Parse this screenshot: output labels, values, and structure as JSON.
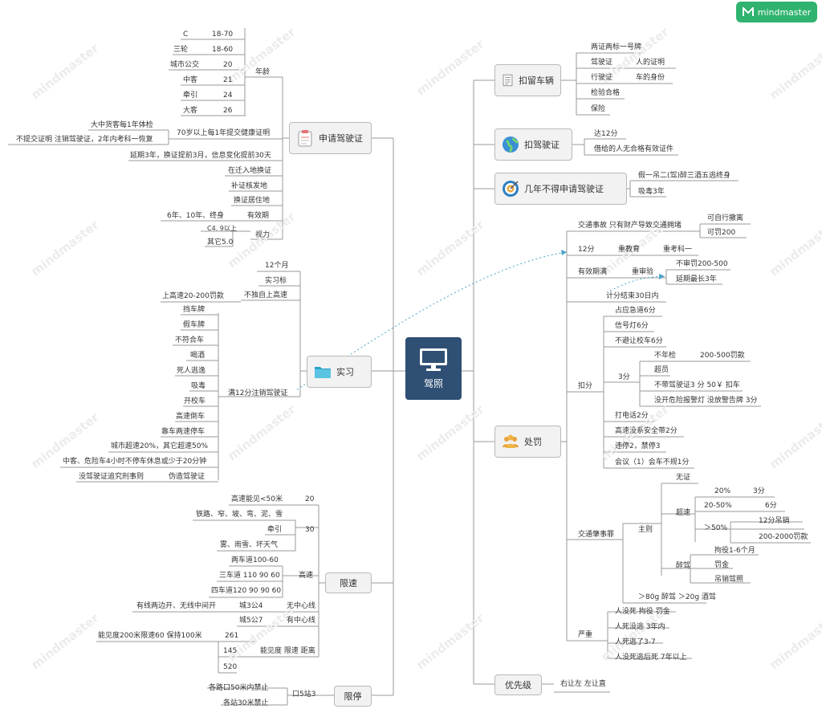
{
  "brand": "mindmaster",
  "watermark": "mindmaster",
  "root": "驾照",
  "branches": {
    "apply": "申请驾驶证",
    "intern": "实习",
    "speed": "限速",
    "stop": "限停",
    "detain_car": "扣留车辆",
    "detain_license": "扣驾驶证",
    "ban": "几年不得申请驾驶证",
    "punish": "处罚",
    "priority": "优先级"
  },
  "apply": {
    "age": "年龄",
    "age_rows": [
      {
        "type": "C",
        "range": "18-70"
      },
      {
        "type": "三轮",
        "range": "18-60"
      },
      {
        "type": "城市公交",
        "range": "20"
      },
      {
        "type": "中客",
        "range": "21"
      },
      {
        "type": "牵引",
        "range": "24"
      },
      {
        "type": "大客",
        "range": "26"
      }
    ],
    "health": "70岁以上每1年提交健康证明",
    "bus_exam": "大中货客每1年体检",
    "no_submit": "不提交证明 注销驾驶证，2年内考科一恢复",
    "extend": "延期3年，换证提前3月，信息变化提前30天",
    "move": "在迁入地换证",
    "reissue": "补证核发地",
    "residence": "换证居住地",
    "valid": "有效期",
    "valid_years": "6年、10年、终身",
    "vision": "视力",
    "vision_c4": "C4. 9以上",
    "vision_other": "其它5.0"
  },
  "intern": {
    "months": "12个月",
    "mark": "实习标",
    "highway": "不独自上高速",
    "highway_fine": "上高速20-200罚款",
    "cancel": "满12分注销驾驶证",
    "cancel_items": [
      "挡车牌",
      "假车牌",
      "不符合车",
      "喝酒",
      "死人逃逸",
      "吸毒",
      "开校车",
      "高速倒车",
      "靠车两速停车",
      "城市超速20%，其它超速50%",
      "中客、危险车4小时不停车休息或少于20分钟",
      "没驾驶证追究刑事则"
    ],
    "fake": "伪造驾驶证"
  },
  "speed": {
    "vis50": "高速能见<50米",
    "v20": "20",
    "roads": "铁路、窄、坡、弯、泥、雪",
    "tow": "牵引",
    "v30": "30",
    "weather": "雾、雨雪、坏天气",
    "two_lane": "两车道100-60",
    "three_lane": "三车道 110 90 60",
    "four_lane": "四车道120 90 90 60",
    "expressway": "高速",
    "center_line_note": "有线两边开、无线中间开",
    "city_no": "城3公4",
    "no_line": "无中心线",
    "city_yes": "城5公7",
    "with_line": "有中心线",
    "vis_rule": "能见度200米限速60 保持100米",
    "d261": "261",
    "d145": "145",
    "d520": "520",
    "vis_speed_dist": "能见度 限速 距离"
  },
  "stop": {
    "crossing": "各路口50米内禁止",
    "station": "各站30米禁止",
    "rule": "口5站3"
  },
  "detain_car": {
    "items": [
      "两证两标一号牌",
      "驾驶证",
      "行驶证",
      "检验合格",
      "保险"
    ],
    "license_note": "人的证明",
    "vehicle_note": "车的身份"
  },
  "detain_license": {
    "items": [
      "达12分",
      "借给的人无合格有效证件"
    ]
  },
  "ban": {
    "items": [
      "假一吊二(驾)醉三酒五逃终身",
      "吸毒3年"
    ]
  },
  "punish": {
    "accident": "交通事故 只有财产导致交通拥堵",
    "self_leave": "可自行撤离",
    "fine200": "可罚200",
    "p12": "12分",
    "reeducate": "重教育",
    "retest": "重考科一",
    "valid": "有效期满",
    "reinspect": "重审验",
    "no_inspect": "不审罚200-500",
    "extend3": "延期最长3年",
    "cycle": "计分结束30日内",
    "deduct": "扣分",
    "d6": [
      "占应急道6分",
      "信号灯6分",
      "不避让校车6分"
    ],
    "d3": "3分",
    "no_annual": "不年检",
    "fine_annual": "200-500罚款",
    "overload": "超员",
    "no_license": "不带驾驶证3 分 50￥ 扣车",
    "hazard": "没开危险报警灯 没放警告牌 3分",
    "d2": [
      "打电话2分",
      "高速没系安全带2分",
      "违停2，禁停3",
      "会议（1）会车不规1分"
    ],
    "crime": "交通肇事罪",
    "main": "主则",
    "no_cert": "无证",
    "overspeed": "超速",
    "s20": "20%",
    "s20v": "3分",
    "s2050": "20-50%",
    "s2050v": "6分",
    "s50": "＞50%",
    "revoke": "12分吊销",
    "fine2000": "200-2000罚款",
    "drunk": "醉驾",
    "detain16": "拘役1-6个月",
    "penalty": "罚金",
    "revoke_lic": "吊销驾照",
    "alcohol": "＞80g 醉驾 ＞20g 酒驾",
    "severe": "严重",
    "severe_items": [
      "人没死 拘役 罚金",
      "人死没逃 3年内",
      "人死逃了3-7",
      "人没死逃后死 7年以上"
    ]
  },
  "priority": {
    "rule": "右让左 左让直"
  }
}
